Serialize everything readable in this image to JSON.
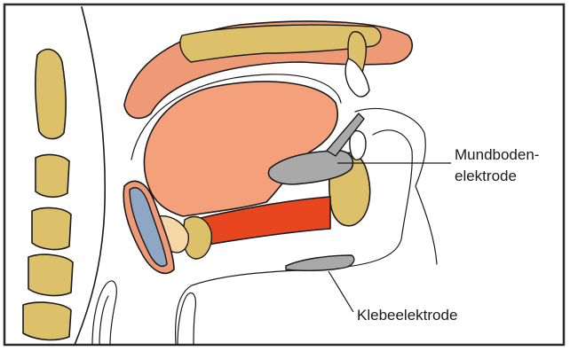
{
  "labels": {
    "floor_electrode_line1": "Mundboden-",
    "floor_electrode_line2": "elektrode",
    "adhesive_electrode": "Klebeelektrode"
  },
  "colors": {
    "frame": "#2a2a2a",
    "vertebra": "#dcc06a",
    "palate_salmon": "#ef9a76",
    "tongue": "#f4a07a",
    "muscle": "#e8461e",
    "electrode": "#a9a9a9",
    "mandible": "#dcc06a",
    "epiglottis_blue": "#8fa6c4",
    "pale_skin": "#f7d6a8"
  }
}
